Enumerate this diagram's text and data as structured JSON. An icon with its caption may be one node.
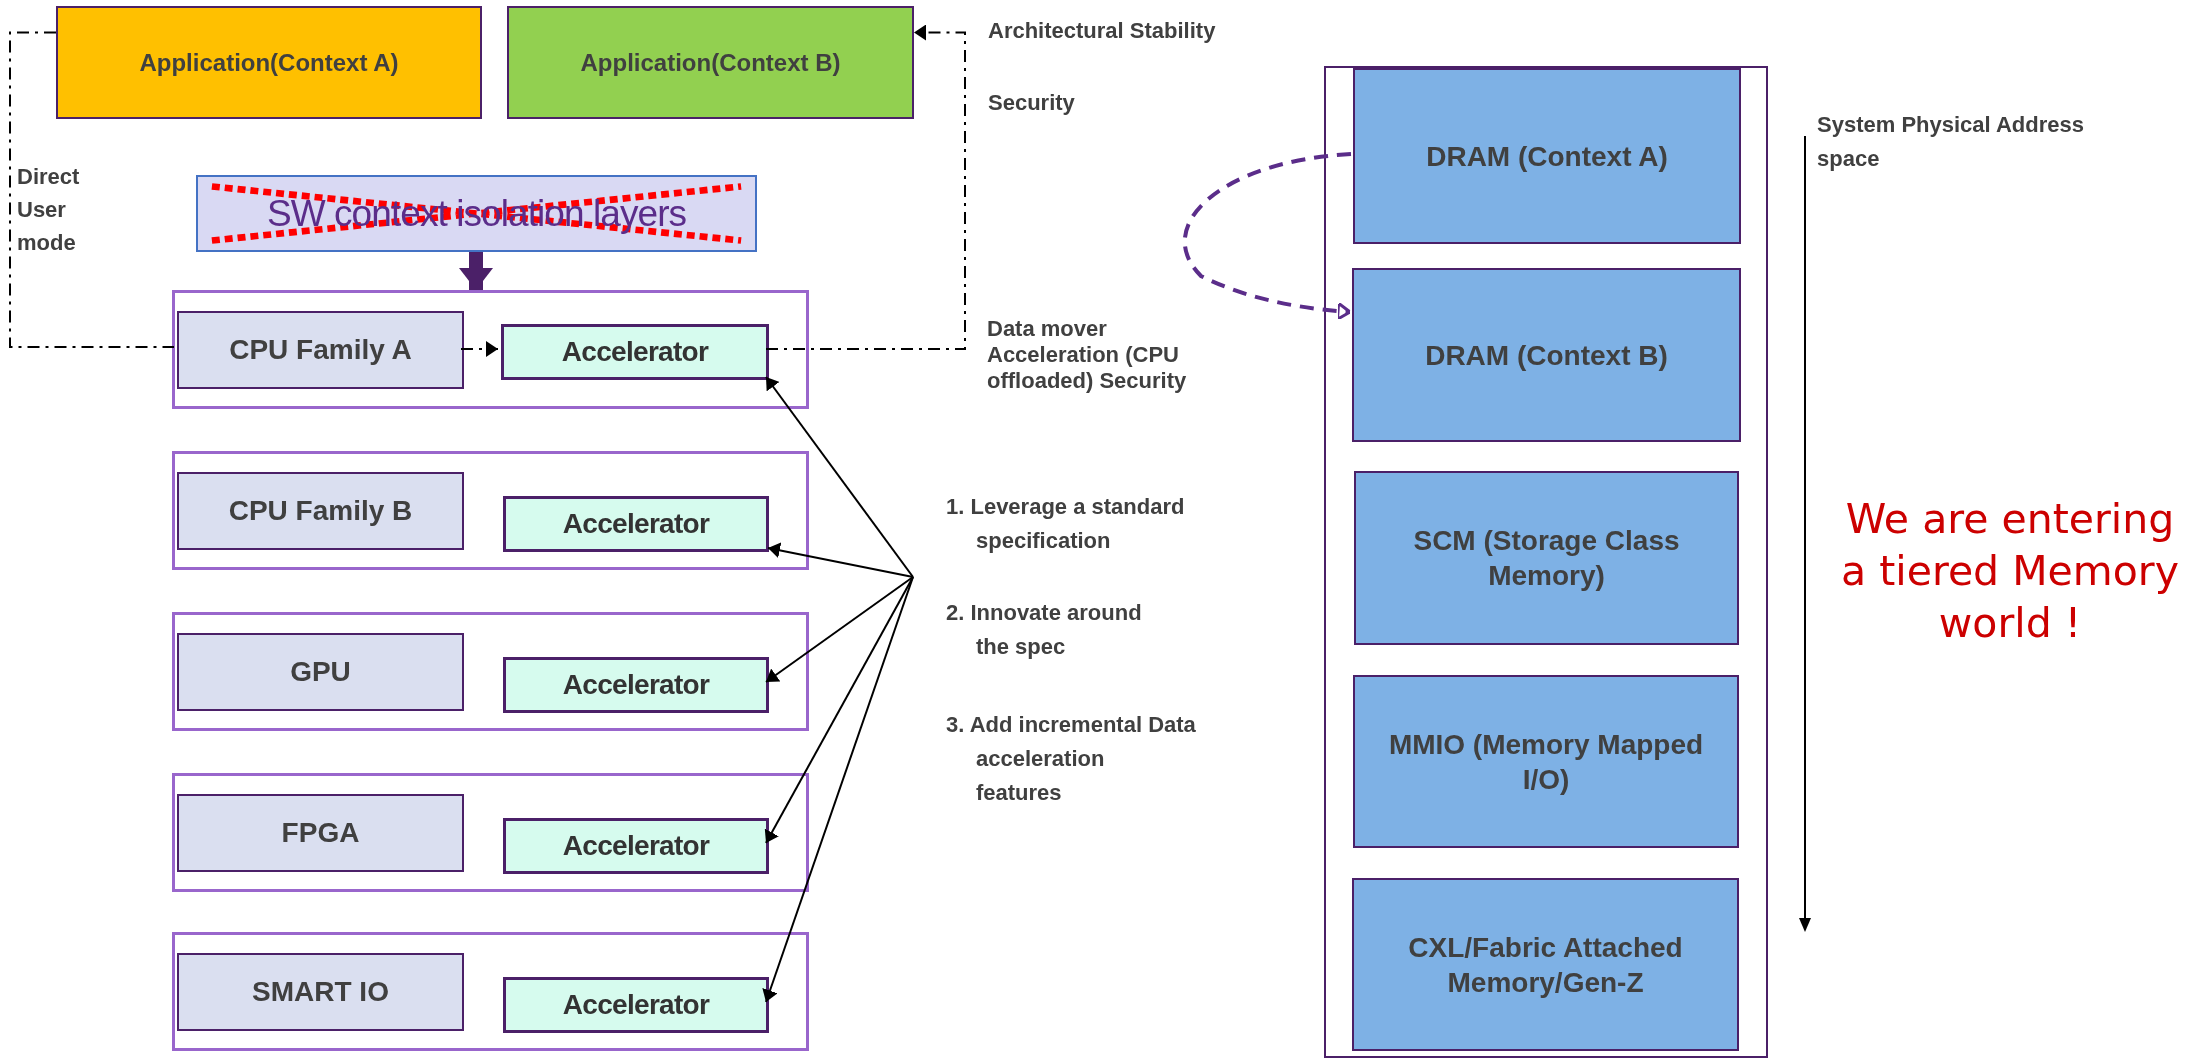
{
  "diagram": {
    "nodes": [
      {
        "text": [
          "Application(Context A)"
        ]
      },
      {
        "text": [
          "Application(Context B)"
        ]
      },
      {
        "text": [
          "SW context isolation layers"
        ]
      },
      {
        "text": [],
        "shape": "box"
      },
      {
        "text": [
          "CPU Family A"
        ],
        "in": 3
      },
      {
        "text": [
          "Accelerator"
        ],
        "in": 3
      },
      {
        "text": [],
        "shape": "box"
      },
      {
        "text": [
          "CPU Family B"
        ],
        "in": 6
      },
      {
        "text": [
          "Accelerator"
        ],
        "in": 6
      },
      {
        "text": [],
        "shape": "box"
      },
      {
        "text": [
          "GPU"
        ],
        "in": 9
      },
      {
        "text": [
          "Accelerator"
        ],
        "in": 9
      },
      {
        "text": [],
        "shape": "box"
      },
      {
        "text": [
          "FPGA"
        ],
        "in": 12
      },
      {
        "text": [
          "Accelerator"
        ],
        "in": 12
      },
      {
        "text": [],
        "shape": "box"
      },
      {
        "text": [
          "SMART IO"
        ],
        "in": 15
      },
      {
        "text": [
          "Accelerator"
        ],
        "in": 15
      },
      {
        "text": [],
        "shape": "box"
      },
      {
        "text": [
          "DRAM (Context A)"
        ],
        "in": 18
      },
      {
        "text": [
          "DRAM (Context B)"
        ],
        "in": 18
      },
      {
        "text": [
          "SCM (Storage Class Memory)"
        ],
        "in": 18
      },
      {
        "text": [
          "MMIO (Memory Mapped I/O)"
        ],
        "in": 18
      },
      {
        "text": [
          "CXL/Fabric Attached Memory/Gen-Z"
        ],
        "in": 18
      }
    ],
    "edges": [
      {
        "from": 0,
        "to": 4,
        "arrow": "none",
        "style": "dashed"
      },
      {
        "from": 4,
        "to": 5,
        "arrow": "to",
        "style": "dashed"
      },
      {
        "from": 5,
        "to": 1,
        "arrow": "to",
        "style": "dashed"
      },
      {
        "from": 2,
        "to": 3,
        "arrow": "to",
        "style": "thick",
        "color": "#4b2068"
      },
      {
        "from": null,
        "to": 5,
        "arrow": "to"
      },
      {
        "from": null,
        "to": 8,
        "arrow": "to"
      },
      {
        "from": null,
        "to": 11,
        "arrow": "to"
      },
      {
        "from": null,
        "to": 14,
        "arrow": "to"
      },
      {
        "from": null,
        "to": 17,
        "arrow": "to"
      },
      {
        "from": 19,
        "to": 20,
        "arrow": "to",
        "style": "dashed",
        "color": "#5b2d8a"
      }
    ],
    "labels": [
      "Architectural Stability",
      "Security",
      "Direct User mode",
      "System Physical Address space",
      "Data mover Acceleration (CPU offloaded) Security",
      "1. Leverage a standard specification",
      "2. Innovate around the spec",
      "3. Add incremental Data acceleration features",
      "We are entering a tiered Memory world !"
    ]
  }
}
